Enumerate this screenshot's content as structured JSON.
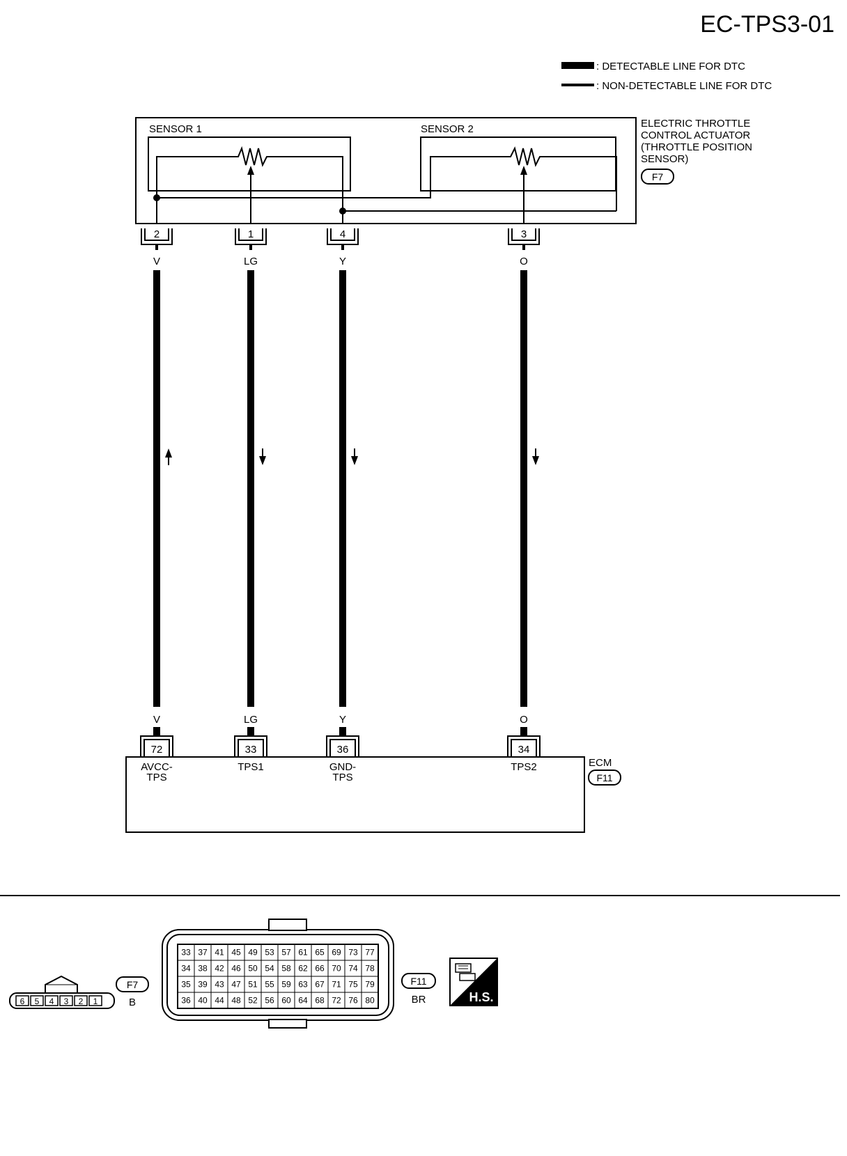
{
  "diagram_code": "EC-TPS3-01",
  "legend": {
    "detectable": ": DETECTABLE LINE FOR DTC",
    "non_detectable": ": NON-DETECTABLE LINE FOR DTC"
  },
  "actuator": {
    "name_lines": [
      "ELECTRIC THROTTLE",
      "CONTROL ACTUATOR",
      "(THROTTLE POSITION",
      "SENSOR)"
    ],
    "connector": "F7",
    "sensor1": "SENSOR 1",
    "sensor2": "SENSOR 2"
  },
  "wires": [
    {
      "top_pin": "2",
      "top_color": "V",
      "bottom_color": "V",
      "ecm_pin": "72",
      "ecm_label_lines": [
        "AVCC-",
        "TPS"
      ]
    },
    {
      "top_pin": "1",
      "top_color": "LG",
      "bottom_color": "LG",
      "ecm_pin": "33",
      "ecm_label_lines": [
        "TPS1"
      ]
    },
    {
      "top_pin": "4",
      "top_color": "Y",
      "bottom_color": "Y",
      "ecm_pin": "36",
      "ecm_label_lines": [
        "GND-",
        "TPS"
      ]
    },
    {
      "top_pin": "3",
      "top_color": "O",
      "bottom_color": "O",
      "ecm_pin": "34",
      "ecm_label_lines": [
        "TPS2"
      ]
    }
  ],
  "ecm": {
    "name": "ECM",
    "connector": "F11"
  },
  "connectors": {
    "f7": {
      "id": "F7",
      "color": "B",
      "cavities": [
        "6",
        "5",
        "4",
        "3",
        "2",
        "1"
      ]
    },
    "f11": {
      "id": "F11",
      "color": "BR",
      "rows": [
        [
          "33",
          "37",
          "41",
          "45",
          "49",
          "53",
          "57",
          "61",
          "65",
          "69",
          "73",
          "77"
        ],
        [
          "34",
          "38",
          "42",
          "46",
          "50",
          "54",
          "58",
          "62",
          "66",
          "70",
          "74",
          "78"
        ],
        [
          "35",
          "39",
          "43",
          "47",
          "51",
          "55",
          "59",
          "63",
          "67",
          "71",
          "75",
          "79"
        ],
        [
          "36",
          "40",
          "44",
          "48",
          "52",
          "56",
          "60",
          "64",
          "68",
          "72",
          "76",
          "80"
        ]
      ]
    }
  },
  "hs_badge": "H.S."
}
